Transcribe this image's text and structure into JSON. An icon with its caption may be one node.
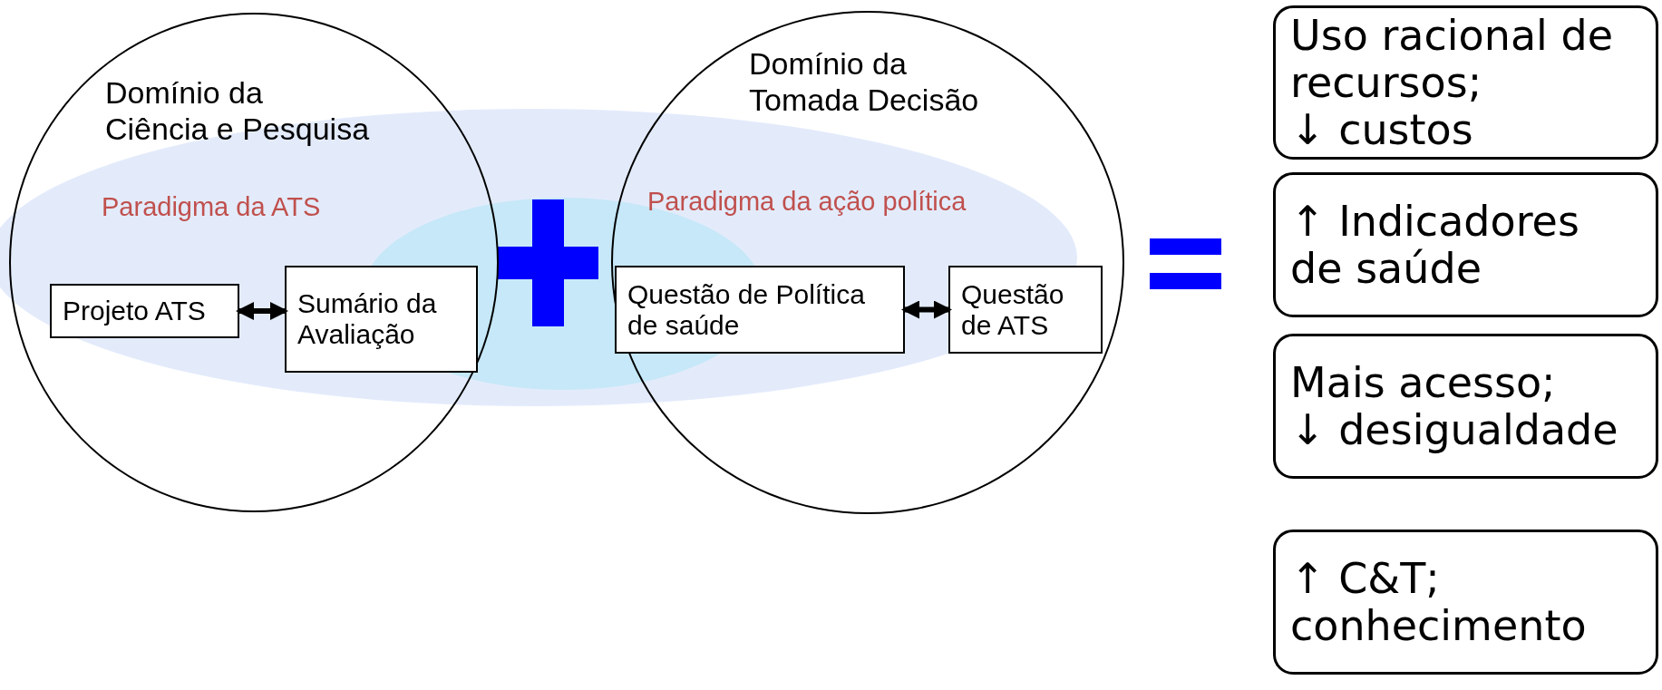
{
  "diagram": {
    "nodes": [
      {
        "text": [
          "Domínio da Ciência e Pesquisa",
          "Paradigma da ATS"
        ]
      },
      {
        "text": [
          "Projeto ATS"
        ],
        "in": 0
      },
      {
        "text": [
          "Sumário da Avaliação"
        ],
        "in": 0
      },
      {
        "text": [
          "Domínio da Tomada Decisão",
          "Paradigma da ação política"
        ]
      },
      {
        "text": [
          "Questão de Política de saúde"
        ],
        "in": 3
      },
      {
        "text": [
          "Questão de ATS"
        ],
        "in": 3
      },
      {
        "text": [
          "Uso racional de recursos; ↓ custos"
        ]
      },
      {
        "text": [
          "↑ Indicadores de saúde"
        ]
      },
      {
        "text": [
          "Mais acesso; ↓ desigualdade"
        ]
      },
      {
        "text": [
          "↑ C&T; conhecimento"
        ]
      }
    ],
    "edges": [
      {
        "from": 1,
        "to": 2,
        "arrow": "both"
      },
      {
        "from": 4,
        "to": 5,
        "arrow": "both"
      }
    ]
  }
}
